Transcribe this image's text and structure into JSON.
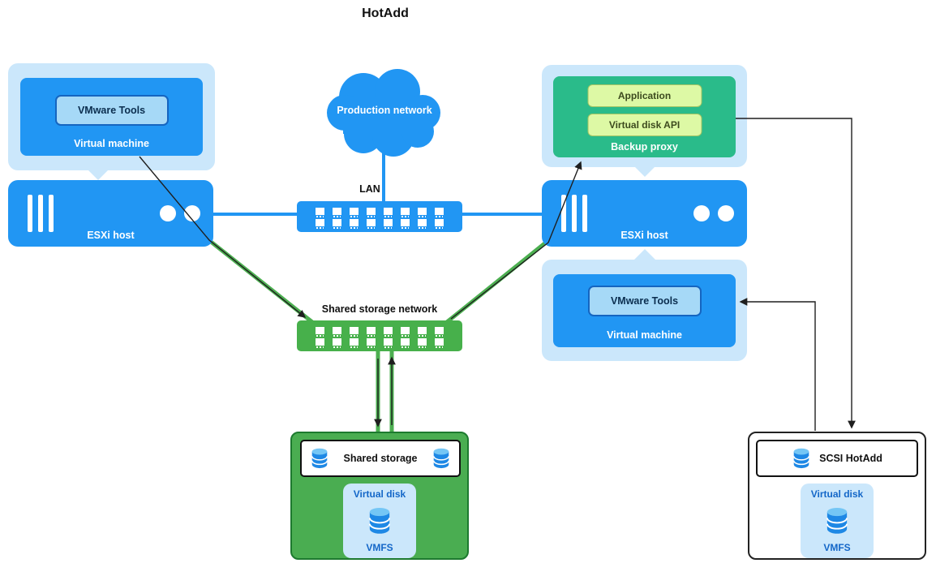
{
  "title": "HotAdd",
  "colors": {
    "blue": "#2196f3",
    "light_blue_container": "#cbe7fb",
    "tools_button_fill": "#a6d9f7",
    "proxy_green": "#2abb8a",
    "light_green_button": "#ddf9a5",
    "switch_green": "#47b04b",
    "storage_green": "#4aad51",
    "disk_text_blue": "#1467c8"
  },
  "icons": {
    "cloud": "production-network-cloud-icon",
    "switch": "network-switch-ports-icon",
    "server_grill": "server-grill-icon",
    "server_leds": "server-leds-icon",
    "database": "database-cylinder-icon"
  },
  "left_vm": {
    "tools": "VMware Tools",
    "label": "Virtual machine"
  },
  "left_esxi": {
    "label": "ESXi host"
  },
  "cloud": {
    "label": "Production network"
  },
  "lan": {
    "label": "LAN"
  },
  "proxy": {
    "application": "Application",
    "api": "Virtual disk API",
    "label": "Backup proxy"
  },
  "right_esxi": {
    "label": "ESXi host"
  },
  "right_vm": {
    "tools": "VMware Tools",
    "label": "Virtual machine"
  },
  "storage_network": {
    "label": "Shared storage network"
  },
  "shared_storage": {
    "header": "Shared storage",
    "disk": "Virtual disk",
    "fs": "VMFS"
  },
  "scsi": {
    "header": "SCSI HotAdd",
    "disk": "Virtual disk",
    "fs": "VMFS"
  }
}
